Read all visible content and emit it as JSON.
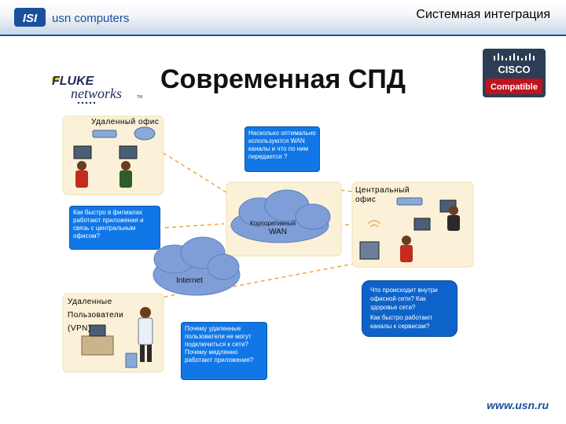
{
  "header": {
    "logo_text": "usn computers",
    "logo_mark": "ISI",
    "section_title": "Системная интеграция"
  },
  "fluke": {
    "line1": "FLUKE",
    "line2": "networks",
    "tm": "TM"
  },
  "cisco": {
    "brand": "CISCO",
    "badge": "Compatible"
  },
  "slide": {
    "title": "Современная СПД"
  },
  "panels": {
    "remote_office": "Удаленный офис",
    "central_office_1": "Центральный",
    "central_office_2": "офис",
    "remote_users_1": "Удаленные",
    "remote_users_2": "Пользователи",
    "remote_users_3": "(VPN)"
  },
  "clouds": {
    "wan_1": "Корпоративный",
    "wan_2": "WAN",
    "internet": "Internet"
  },
  "bubbles": {
    "wan_question": "Насколько оптимально используются WAN каналы и что по ним передается ?",
    "branch_question": "Как быстро в филиалах работают приложения и связь с центральным офисом?",
    "central_question_1": "Что происходит внутри офисной сети? Как здоровье сети?",
    "central_question_2": "Как быстро работают каналы к сервисам?",
    "vpn_question": "Почему удаленные пользователи не могут подключиться к сети? Почему медленно работают приложения?"
  },
  "footer": {
    "url": "www.usn.ru"
  },
  "colors": {
    "brand_blue": "#1b4f9c",
    "bubble_blue": "#1177e6",
    "panel": "#fbf1d8",
    "cloud": "#7f9ed8"
  },
  "icons": [
    "monitor-icon",
    "person-icon",
    "switch-icon",
    "router-icon",
    "server-icon",
    "wireless-ap-icon",
    "cloud-icon"
  ]
}
